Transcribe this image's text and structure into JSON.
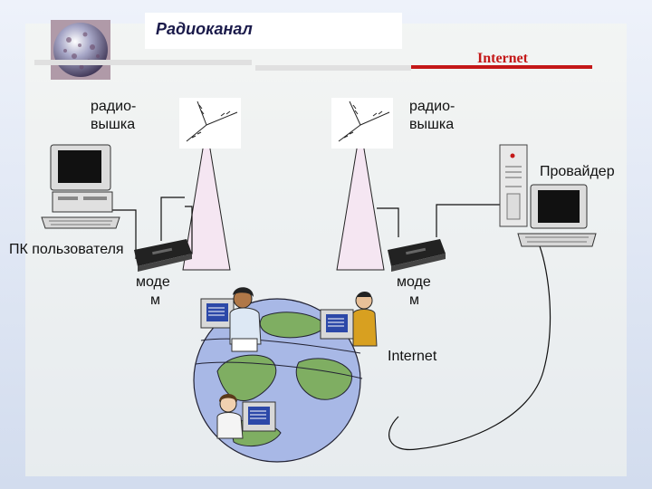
{
  "title": "Радиоканал",
  "internet_header": "Internet",
  "tower_left_label": [
    "радио-",
    "вышка"
  ],
  "tower_right_label": [
    "радио-",
    "вышка"
  ],
  "provider_label": "Провайдер",
  "user_pc_label": "ПК пользователя",
  "modem_left_label": [
    "моде",
    "м"
  ],
  "modem_right_label": [
    "моде",
    "м"
  ],
  "globe_label": "Internet",
  "colors": {
    "accent_red": "#c41818",
    "header_bar": "#e0e0e0",
    "beam_fill": "#f5e6f2",
    "globe_land": "#7fae62",
    "globe_sea": "#a8b8e6"
  }
}
